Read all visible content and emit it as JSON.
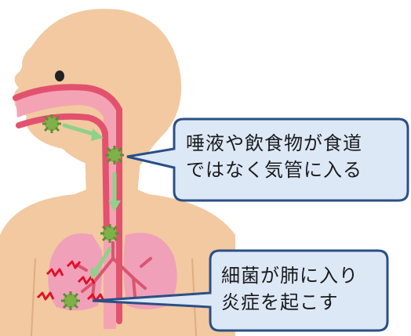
{
  "callouts": {
    "aspiration": {
      "line1": "唾液や飲食物が食道",
      "line2": "ではなく気管に入る"
    },
    "infection": {
      "line1": "細菌が肺に入り",
      "line2": "炎症を起こす"
    }
  },
  "colors": {
    "skin": "#f2c9a0",
    "skin_outline": "#e0ad82",
    "tract": "#e2526e",
    "tract_inner": "#f4a3b4",
    "lung": "#f0a0b8",
    "lung_dark": "#dc6f92",
    "bronchi": "#d9566f",
    "bacteria": "#7fb04a",
    "bacteria_dark": "#5d8e31",
    "arrow": "#8fd18a",
    "bubble_fill": "#dde8f7",
    "bubble_stroke": "#2a4f86",
    "inflammation": "#e0102a"
  },
  "icons": [
    "bacteria-icon",
    "flow-arrow-icon",
    "inflammation-icon"
  ]
}
